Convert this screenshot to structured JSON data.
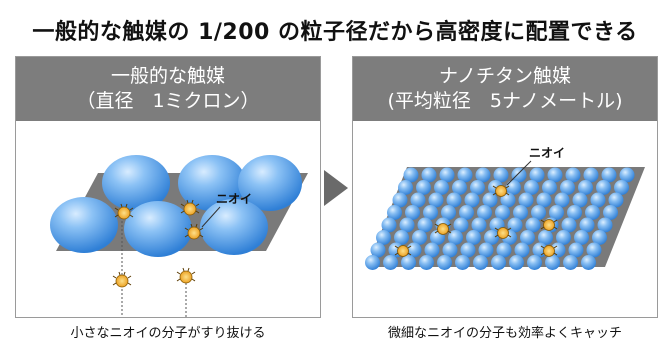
{
  "title": "一般的な触媒の 1/200 の粒子径だから高密度に配置できる",
  "left_panel": {
    "heading_line1": "一般的な触媒",
    "heading_line2": "（直径　1ミクロン）",
    "odor_label": "ニオイ",
    "caption": "小さなニオイの分子がすり抜ける"
  },
  "right_panel": {
    "heading_line1": "ナノチタン触媒",
    "heading_line2": "(平均粒径　5ナノメートル)",
    "odor_label": "ニオイ",
    "caption": "微細なニオイの分子も効率よくキャッチ"
  },
  "colors": {
    "header_bg": "#7d7d7d",
    "sphere": "#4f9be6",
    "plate": "#7a7a7a",
    "molecule": "#f2a21b"
  }
}
